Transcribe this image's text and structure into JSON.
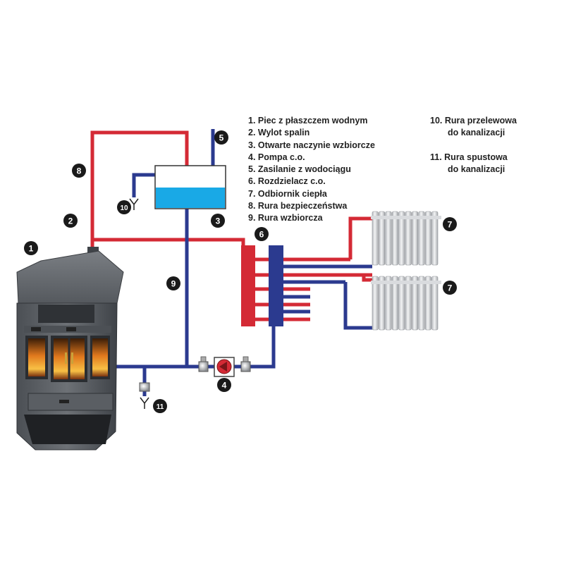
{
  "legend": {
    "items": [
      "1. Piec z płaszczem wodnym",
      "2. Wylot spalin",
      "3. Otwarte naczynie wzbiorcze",
      "4. Pompa c.o.",
      "5. Zasilanie z wodociągu",
      "6. Rozdzielacz c.o.",
      "7. Odbiornik ciepła",
      "8. Rura bezpieczeństwa",
      "9. Rura wzbiorcza"
    ],
    "item10_line1": "10. Rura przelewowa",
    "item10_line2": "do kanalizacji",
    "item11_line1": "11. Rura spustowa",
    "item11_line2": "do kanalizacji"
  },
  "markers": {
    "m1": "1",
    "m2": "2",
    "m3": "3",
    "m4": "4",
    "m5": "5",
    "m6": "6",
    "m7a": "7",
    "m7b": "7",
    "m8": "8",
    "m9": "9",
    "m10": "10",
    "m11": "11"
  },
  "colors": {
    "hot_pipe": "#d42a35",
    "cold_pipe": "#2b3a8f",
    "water": "#19a9e6",
    "stove": "#5d6166",
    "marker_bg": "#1a1a1a"
  },
  "icons": [
    "stove-icon",
    "radiator-icon",
    "pump-icon",
    "valve-icon",
    "drain-funnel-icon",
    "flame-icon"
  ]
}
